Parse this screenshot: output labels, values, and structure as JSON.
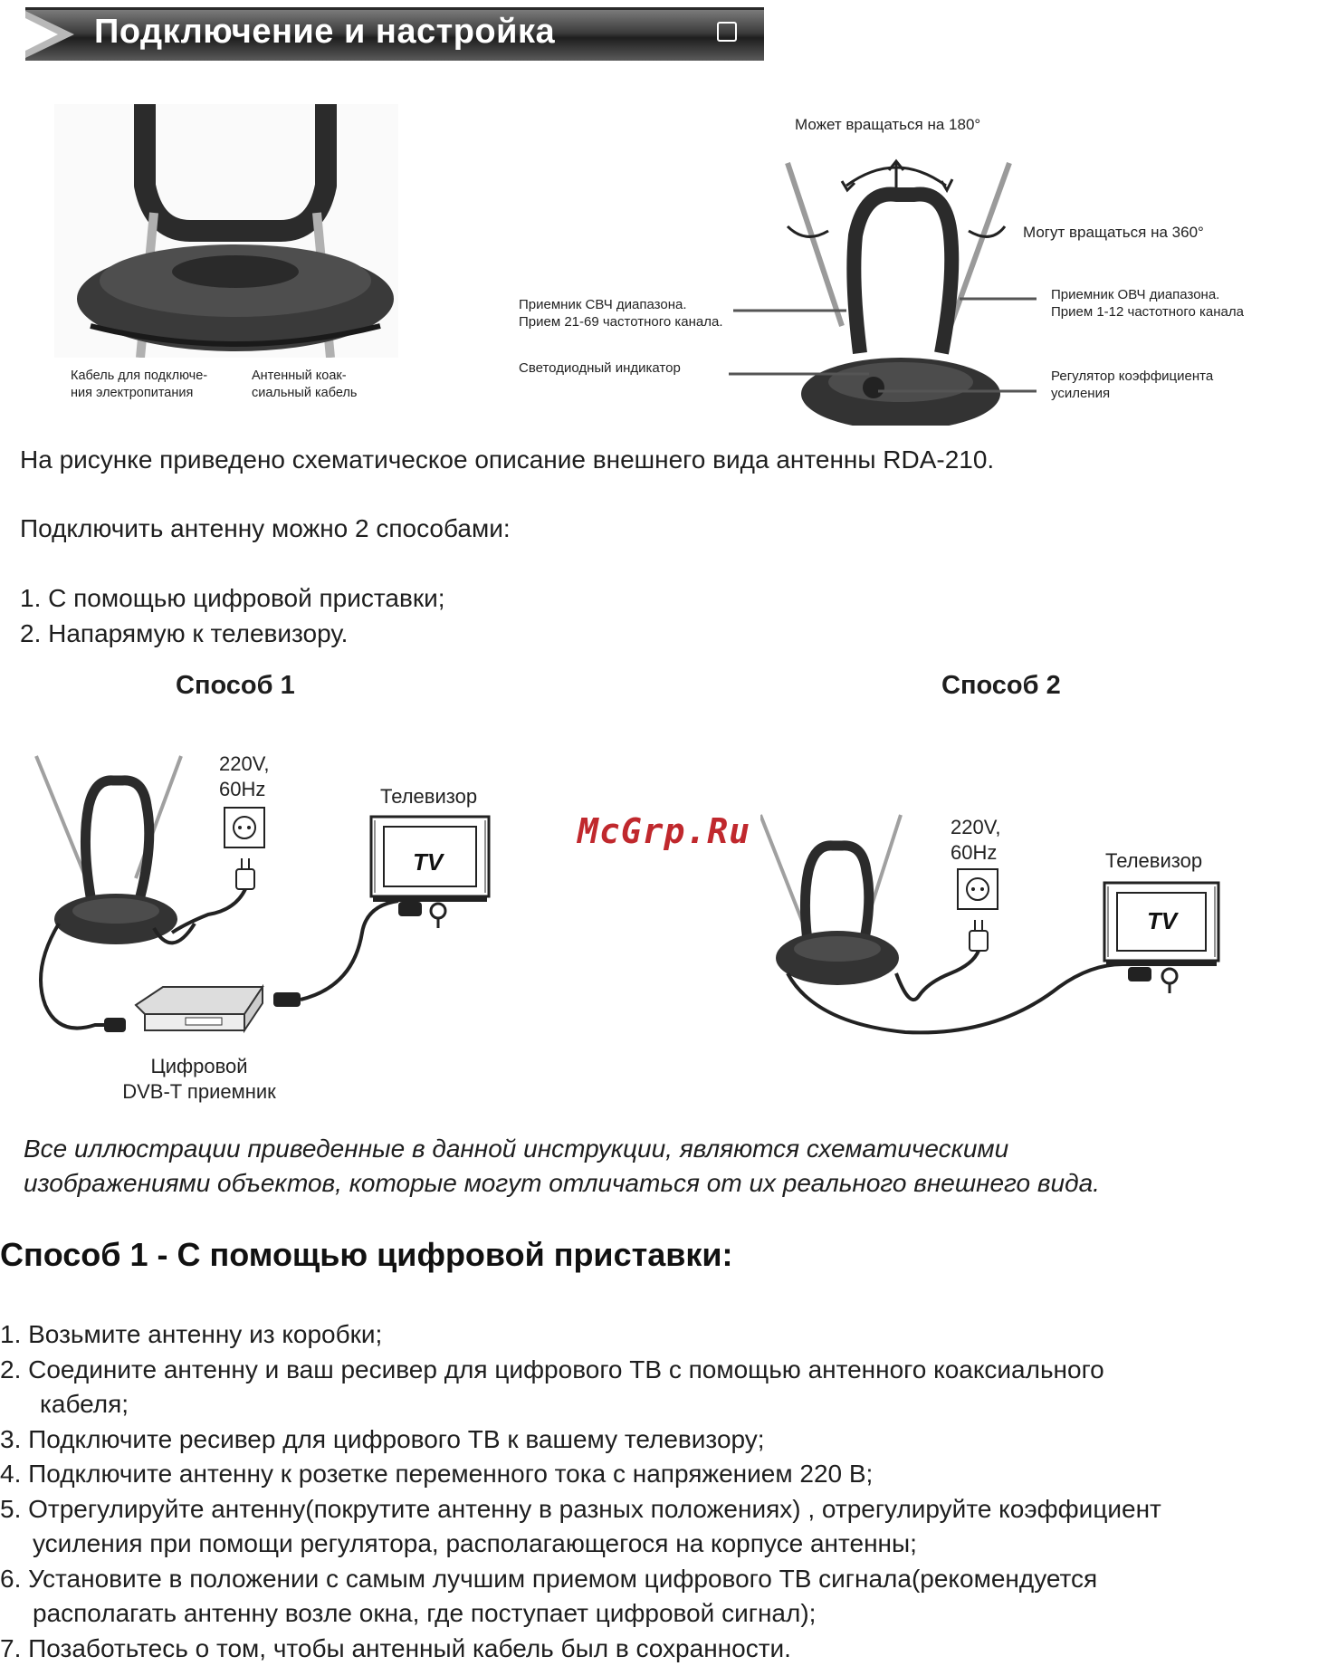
{
  "header": {
    "title": "Подключение и настройка"
  },
  "top_figure": {
    "left_labels": {
      "power_cable": [
        "Кабель для подключе-",
        "ния электропитания"
      ],
      "coax_cable": [
        "Антенный коак-",
        "сиальный кабель"
      ]
    },
    "right_labels": {
      "rotate_180": "Может вращаться на 180°",
      "rotate_360": "Могут вращаться на 360°",
      "uhf": [
        "Приемник СВЧ диапазона.",
        "Прием 21-69 частотного канала."
      ],
      "vhf": [
        "Приемник ОВЧ диапазона.",
        "Прием 1-12 частотного канала"
      ],
      "led": "Светодиодный индикатор",
      "gain": [
        "Регулятор коэффициента",
        "усиления"
      ]
    }
  },
  "intro": {
    "description": "На рисунке приведено схематическое  описание внешнего вида антенны RDA-210.",
    "ways_intro": "Подключить антенну можно 2 способами:",
    "way1": "1. С помощью цифровой приставки;",
    "way2": "2. Напарямую к телевизору."
  },
  "method1": {
    "title": "Способ 1",
    "power": [
      "220V,",
      "60Hz"
    ],
    "tv_label": "Телевизор",
    "tv_screen": "TV",
    "receiver": [
      "Цифровой",
      "DVB-T приемник"
    ]
  },
  "method2": {
    "title": "Способ 2",
    "power": [
      "220V,",
      "60Hz"
    ],
    "tv_label": "Телевизор",
    "tv_screen": "TV"
  },
  "watermark": "McGrp.Ru",
  "note": [
    "Все иллюстрации приведенные в данной инструкции, являются схематическими",
    "изображениями объектов, которые могут отличаться от их реального внешнего вида."
  ],
  "section": {
    "title": "Способ 1 - С помощью цифровой приставки:",
    "steps": [
      "1. Возьмите антенну из коробки;",
      "2. Соедините антенну и ваш ресивер для цифрового ТВ с помощью  антенного коаксиального",
      "кабеля;",
      "3. Подключите ресивер для цифрового ТВ к вашему телевизору;",
      "4. Подключите антенну к розетке переменного тока с напряжением 220 В;",
      "5. Отрегулируйте антенну(покрутите антенну в разных положениях) , отрегулируйте коэффициент",
      "усиления при помощи регулятора, располагающегося на корпусе антенны;",
      "6. Установите в положении с самым лучшим приемом цифрового ТВ сигнала(рекомендуется",
      "располагать антенну возле окна, где поступает цифровой сигнал);",
      "7. Позаботьтесь о том, чтобы антенный кабель был в сохранности."
    ]
  }
}
